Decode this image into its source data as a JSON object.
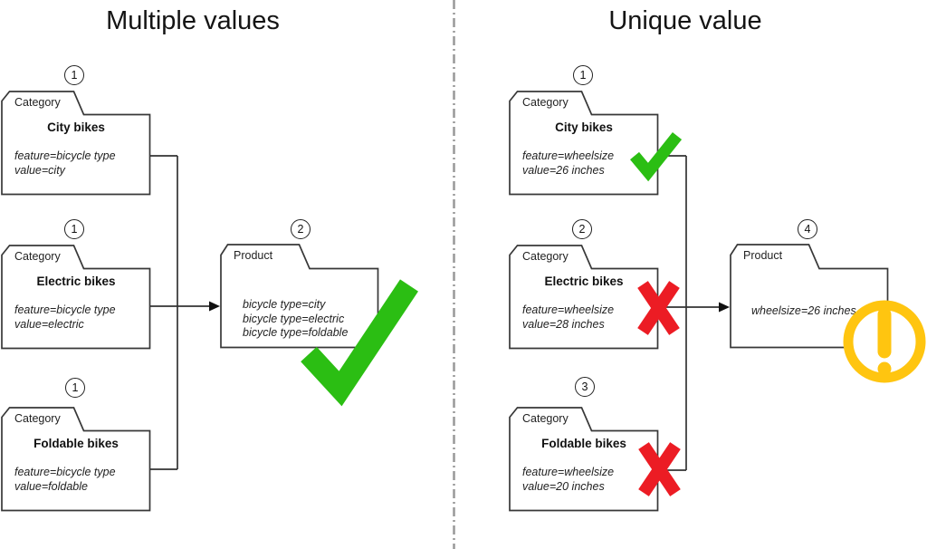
{
  "panels": {
    "left": {
      "title": "Multiple values",
      "nodes": {
        "city": {
          "badge": "1",
          "tab": "Category",
          "name": "City bikes",
          "lines": [
            "feature=bicycle type",
            "value=city"
          ]
        },
        "electric": {
          "badge": "1",
          "tab": "Category",
          "name": "Electric bikes",
          "lines": [
            "feature=bicycle type",
            "value=electric"
          ]
        },
        "foldable": {
          "badge": "1",
          "tab": "Category",
          "name": "Foldable bikes",
          "lines": [
            "feature=bicycle type",
            "value=foldable"
          ]
        },
        "product": {
          "badge": "2",
          "tab": "Product",
          "lines": [
            "bicycle type=city",
            "bicycle type=electric",
            "bicycle type=foldable"
          ]
        }
      },
      "result_icon": "check-icon"
    },
    "right": {
      "title": "Unique value",
      "nodes": {
        "city": {
          "badge": "1",
          "tab": "Category",
          "name": "City bikes",
          "lines": [
            "feature=wheelsize",
            "value=26 inches"
          ],
          "status_icon": "check-icon"
        },
        "electric": {
          "badge": "2",
          "tab": "Category",
          "name": "Electric bikes",
          "lines": [
            "feature=wheelsize",
            "value=28 inches"
          ],
          "status_icon": "cross-icon"
        },
        "foldable": {
          "badge": "3",
          "tab": "Category",
          "name": "Foldable bikes",
          "lines": [
            "feature=wheelsize",
            "value=20 inches"
          ],
          "status_icon": "cross-icon"
        },
        "product": {
          "badge": "4",
          "tab": "Product",
          "lines": [
            "wheelsize=26 inches"
          ],
          "status_icon": "warning-icon"
        }
      }
    }
  },
  "colors": {
    "check_green": "#2BBE13",
    "cross_red": "#EC1C24",
    "warning_yellow": "#FFC510",
    "line": "#333333",
    "divider_gray": "#999999"
  }
}
